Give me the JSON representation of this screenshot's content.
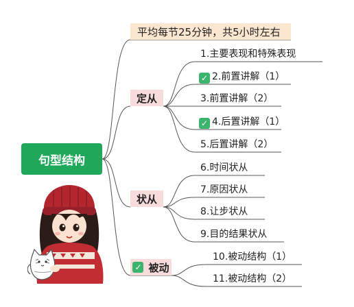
{
  "root": {
    "label": "句型结构"
  },
  "note": {
    "text": "平均每节25分钟，共5小时左右"
  },
  "categories": [
    {
      "label": "定从",
      "checked": false
    },
    {
      "label": "状从",
      "checked": false
    },
    {
      "label": "被动",
      "checked": true
    }
  ],
  "items": [
    {
      "label": "1.主要表现和特殊表现",
      "checked": false
    },
    {
      "label": "2.前置讲解（1）",
      "checked": true
    },
    {
      "label": "3.前置讲解（2）",
      "checked": false
    },
    {
      "label": "4.后置讲解（1）",
      "checked": true
    },
    {
      "label": "5.后置讲解（2）",
      "checked": false
    },
    {
      "label": "6.时间状从",
      "checked": false
    },
    {
      "label": "7.原因状从",
      "checked": false
    },
    {
      "label": "8.让步状从",
      "checked": false
    },
    {
      "label": "9.目的结果状从",
      "checked": false
    },
    {
      "label": "10.被动结构（1）",
      "checked": false
    },
    {
      "label": "11.被动结构（2）",
      "checked": false
    }
  ],
  "colors": {
    "root": "#1fa85a",
    "note_bg": "#fbe6cf",
    "category_bg": "#f8dcdc",
    "check": "#3bb46e",
    "line": "#555555"
  },
  "icons": {
    "check": "check-box-icon",
    "illustration": "girl-with-cat-illustration"
  }
}
